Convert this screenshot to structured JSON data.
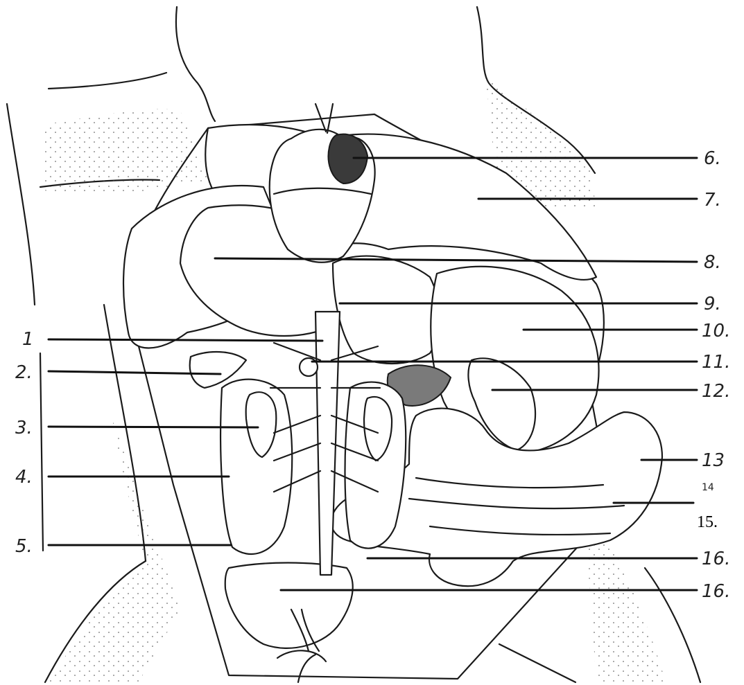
{
  "labels": {
    "l1": "1",
    "l2": "2.",
    "l3": "3.",
    "l4": "4.",
    "l5": "5.",
    "l6": "6.",
    "l7": "7.",
    "l8": "8.",
    "l9": "9.",
    "l10": "10.",
    "l11": "11.",
    "l12": "12.",
    "l13": "13",
    "l14_fragment": "14",
    "l15_typed": "15.",
    "l16a": "16.",
    "l16b": "16."
  }
}
